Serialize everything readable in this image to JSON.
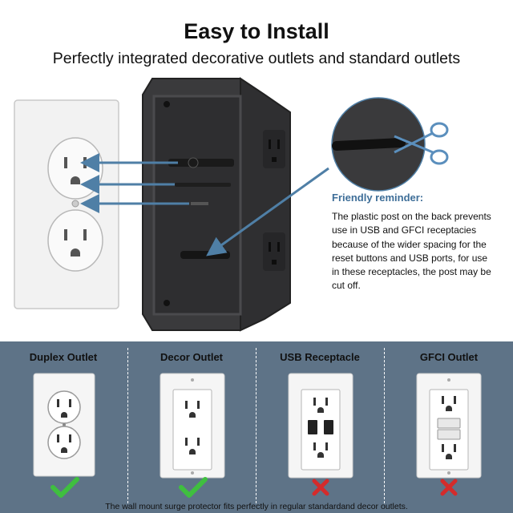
{
  "header": {
    "title": "Easy to Install",
    "subtitle": "Perfectly integrated decorative outlets and standard outlets"
  },
  "reminder": {
    "heading": "Friendly reminder:",
    "body": "The plastic post on the back prevents use in USB and GFCI receptacies because of the wider spacing for the reset buttons and USB ports, for use in these receptacles, the post may be cut off."
  },
  "outlet_types": [
    {
      "label": "Duplex Outlet",
      "compatible": true,
      "status_icon": "check-icon"
    },
    {
      "label": "Decor Outlet",
      "compatible": true,
      "status_icon": "check-icon"
    },
    {
      "label": "USB Receptacle",
      "compatible": false,
      "status_icon": "x-icon"
    },
    {
      "label": "GFCI Outlet",
      "compatible": false,
      "status_icon": "x-icon"
    }
  ],
  "footer": {
    "note": "The wall mount surge protector fits perfectly in regular standardand decor outlets."
  },
  "colors": {
    "bottom_background": "#5e7387",
    "arrow_blue": "#4f7fa6",
    "check_green": "#3fbf3f",
    "cross_red": "#d42b2b",
    "device_body": "#3a3a3c"
  }
}
